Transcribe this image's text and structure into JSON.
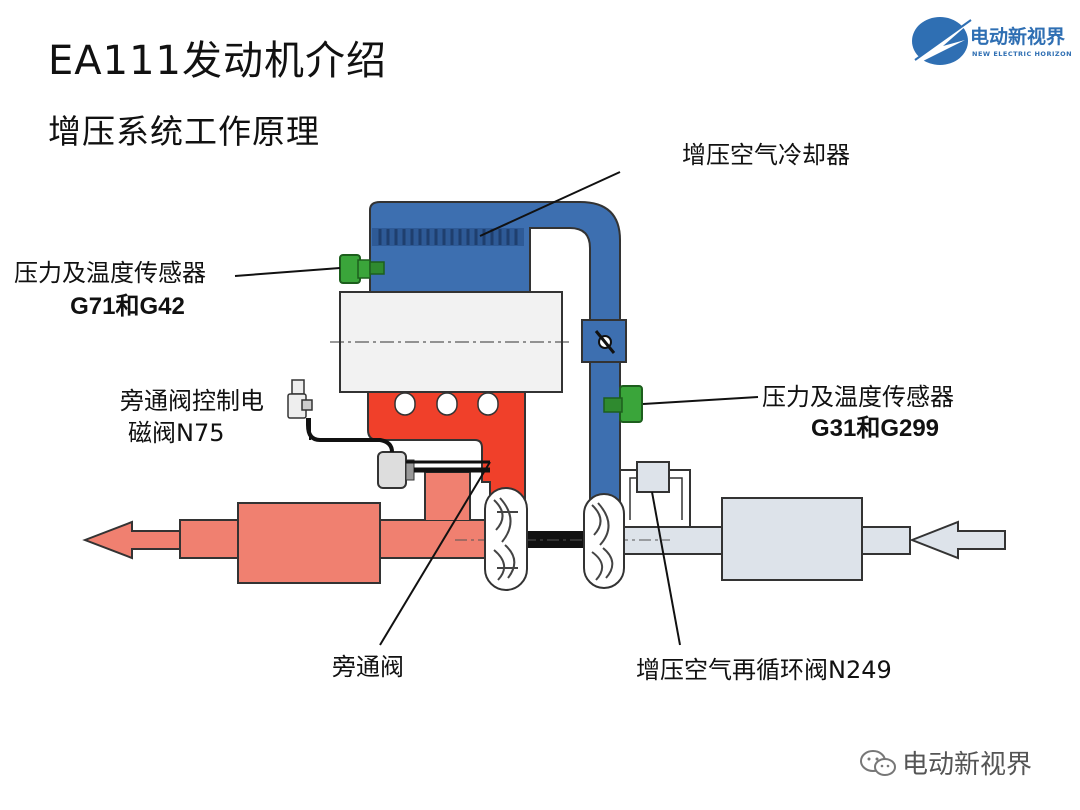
{
  "header": {
    "title": "EA111发动机介绍",
    "subtitle": "增压系统工作原理"
  },
  "logo": {
    "cn": "电动新视界",
    "en": "NEW ELECTRIC HORIZON"
  },
  "labels": {
    "charge_air_cooler": "增压空气冷却器",
    "sensor_left_name": "压力及温度传感器",
    "sensor_left_code": "G71和G42",
    "sensor_right_name": "压力及温度传感器",
    "sensor_right_code": "G31和G299",
    "n75_line1": "旁通阀控制电",
    "n75_line2": "磁阀N75",
    "bypass_valve": "旁通阀",
    "recirc_valve": "增压空气再循环阀N249"
  },
  "watermark": "电动新视界",
  "colors": {
    "intake_blue": "#3d6fb0",
    "intake_dark": "#1f3f6e",
    "exhaust_red": "#f0402a",
    "exhaust_salmon": "#f08070",
    "fresh_air_grey": "#dde3ea",
    "engine_block": "#f2f2f2",
    "sensor_green": "#3aa53a",
    "logo_blue": "#2f6fb3"
  }
}
